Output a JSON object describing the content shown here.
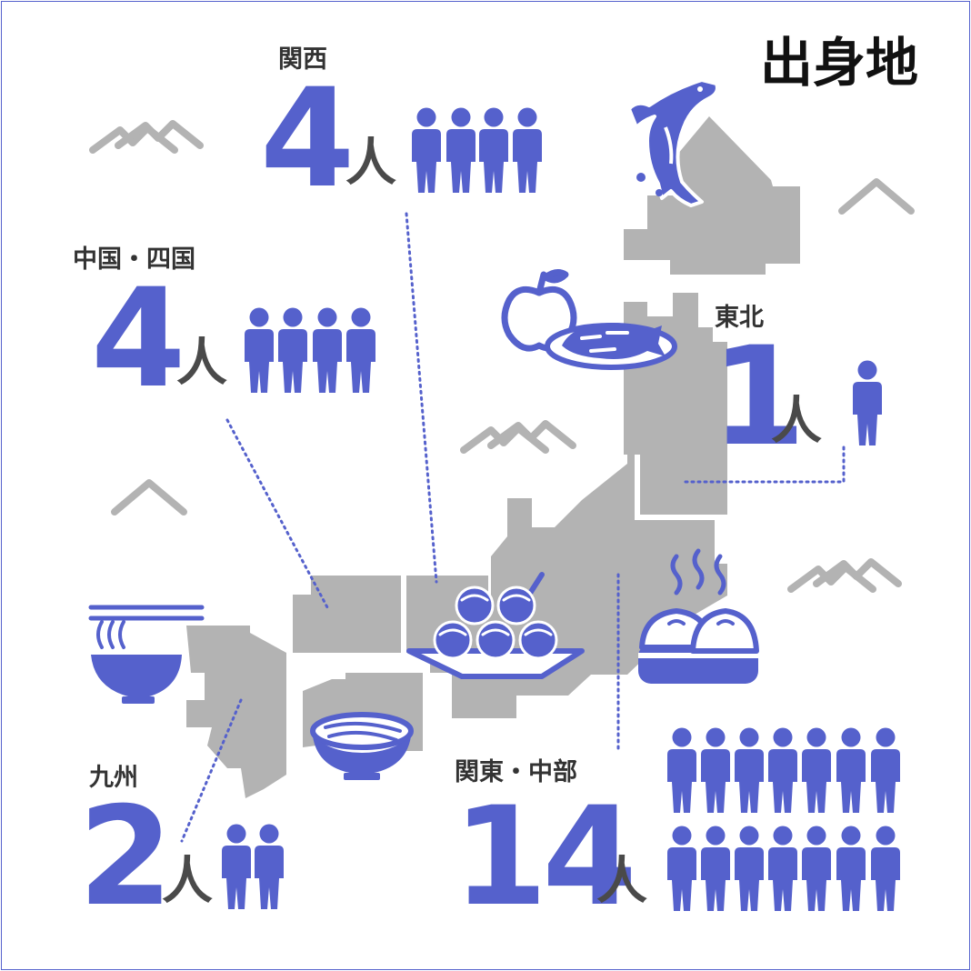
{
  "title": "出身地",
  "colors": {
    "accent": "#5561cc",
    "map": "#b3b3b3",
    "mountain": "#b3b3b3",
    "text": "#333333"
  },
  "regions": [
    {
      "id": "kansai",
      "name": "関西",
      "count": "4",
      "unit": "人",
      "people": 4,
      "food_icon": "takoyaki-icon"
    },
    {
      "id": "chugoku-shikoku",
      "name": "中国・四国",
      "count": "4",
      "unit": "人",
      "people": 4,
      "food_icon": "udon-bowl-icon"
    },
    {
      "id": "tohoku",
      "name": "東北",
      "count": "1",
      "unit": "人",
      "people": 1,
      "food_icon": "apple-icon"
    },
    {
      "id": "kyushu",
      "name": "九州",
      "count": "2",
      "unit": "人",
      "people": 2,
      "food_icon": "ramen-icon"
    },
    {
      "id": "kanto-chubu",
      "name": "関東・中部",
      "count": "14",
      "unit": "人",
      "people": 14,
      "food_icon": "steamed-bun-icon"
    }
  ],
  "decorations": [
    "salmon-icon",
    "fish-plate-icon",
    "mountain-icon"
  ]
}
